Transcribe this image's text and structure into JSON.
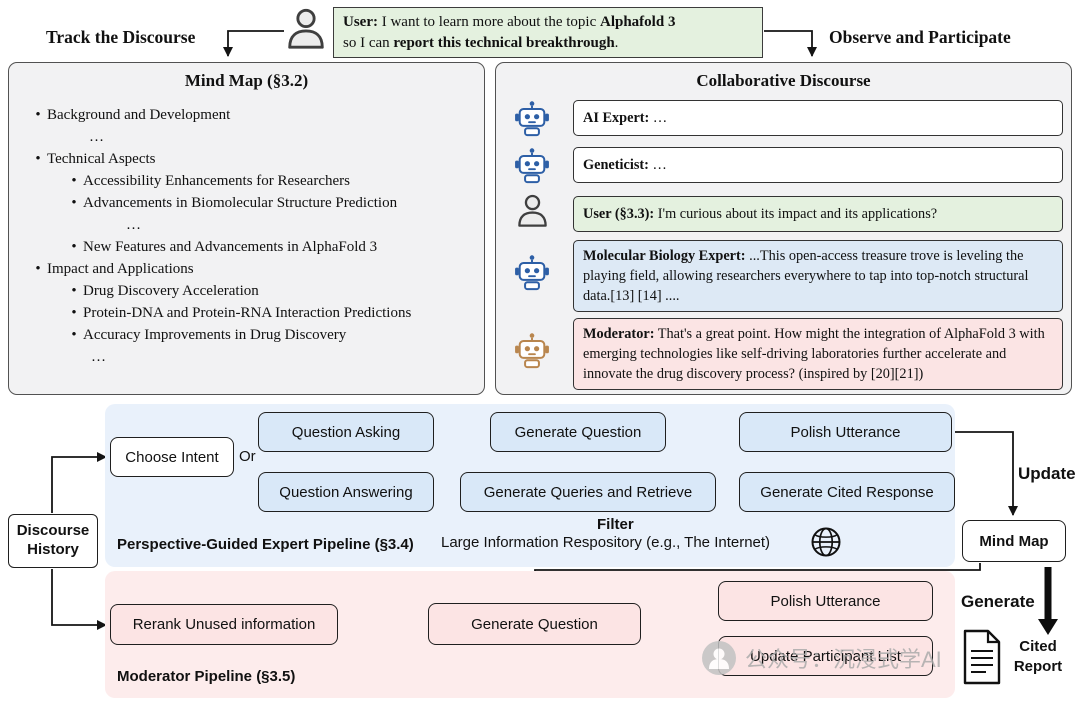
{
  "top": {
    "left_label": "Track the Discourse",
    "right_label": "Observe and Participate",
    "user": {
      "speaker": "User:",
      "t1": " I want to learn more about the topic ",
      "b1": "Alphafold 3",
      "t2": "so I can ",
      "b2": "report this technical breakthrough",
      "t3": "."
    }
  },
  "mindmap": {
    "title": "Mind Map (§3.2)",
    "bullet": "•",
    "items": [
      {
        "text": "Background and Development"
      },
      {
        "text": "…"
      },
      {
        "text": "Technical Aspects"
      },
      {
        "text": "Accessibility Enhancements for Researchers"
      },
      {
        "text": "Advancements in Biomolecular Structure Prediction"
      },
      {
        "text": "…"
      },
      {
        "text": "New Features and Advancements in AlphaFold 3"
      },
      {
        "text": "Impact and Applications"
      },
      {
        "text": "Drug Discovery Acceleration"
      },
      {
        "text": "Protein-DNA and Protein-RNA Interaction Predictions"
      },
      {
        "text": "Accuracy Improvements in Drug Discovery"
      },
      {
        "text": "…"
      }
    ]
  },
  "discourse": {
    "title": "Collaborative Discourse",
    "messages": [
      {
        "speaker": "AI Expert:",
        "text": " …"
      },
      {
        "speaker": "Geneticist:",
        "text": " …"
      },
      {
        "speaker": "User (§3.3):",
        "text": " I'm curious about its impact and its applications?"
      },
      {
        "speaker": "Molecular Biology Expert:",
        "text": " ...This open-access treasure trove is leveling the playing field, allowing researchers everywhere to tap into top-notch structural data.[13] [14] ...."
      },
      {
        "speaker": "Moderator:",
        "text": " That's a great point. How might the integration of AlphaFold 3 with emerging technologies like self-driving laboratories further accelerate and innovate the drug discovery process? (inspired by [20][21])"
      }
    ]
  },
  "pipeline": {
    "discourse_history": "Discourse History",
    "choose_intent": "Choose Intent",
    "or": "Or",
    "question_asking": "Question Asking",
    "question_answering": "Question Answering",
    "generate_question": "Generate Question",
    "polish_utterance": "Polish Utterance",
    "generate_queries_retrieve": "Generate Queries and Retrieve",
    "generate_cited_response": "Generate Cited Response",
    "filter": "Filter",
    "repository": "Large Information Respository (e.g., The Internet)",
    "expert_pipeline_label": "Perspective-Guided Expert Pipeline (§3.4)",
    "update": "Update",
    "mind_map": "Mind Map",
    "generate": "Generate",
    "moderator_pipeline_label": "Moderator Pipeline (§3.5)",
    "rerank_unused": "Rerank Unused information",
    "generate_question_mod": "Generate Question",
    "polish_utterance_mod": "Polish Utterance",
    "update_participant_list": "Update Participant List",
    "cited_report": "Cited Report"
  },
  "watermark": {
    "text": "公众号：沉浸式学AI"
  },
  "colors": {
    "panel_gray": "#f2f2f3",
    "user_green": "#e4f1df",
    "expert_blue": "#d9e8f8",
    "moderator_pink": "#fce4e4",
    "region_blue": "#e9f1fb",
    "region_pink": "#fdecec"
  }
}
